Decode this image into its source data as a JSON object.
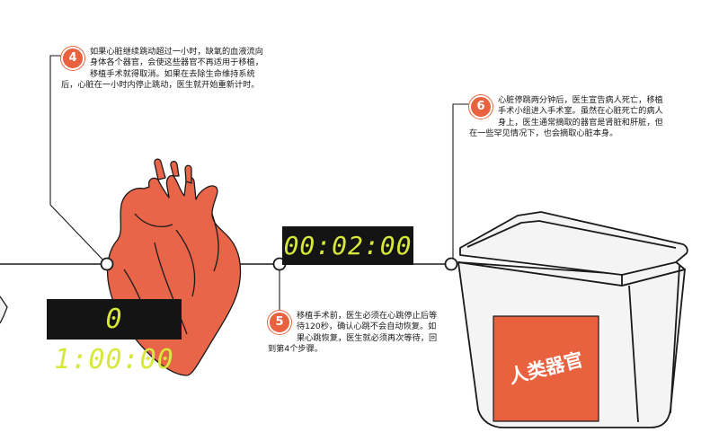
{
  "steps": [
    {
      "number": "4",
      "text": "如果心脏继续跳动超过一小时，缺氧的血液流向身体各个器官，会使这些器官不再适用于移植，移植手术就得取消。如果在去除生命维持系统后，心脏在一小时内停止跳动，医生就开始重新计时。"
    },
    {
      "number": "5",
      "text": "移植手术前，医生必须在心跳停止后等待120秒，确认心跳不会自动恢复。如果心跳恢复，医生就必须再次等待，回到第4个步骤。"
    },
    {
      "number": "6",
      "text": "心脏停跳两分钟后，医生宣告病人死亡，移植手术小组进入手术室。虽然在心脏死亡的病人身上，医生通常摘取的器官是肾脏和肝脏，但在一些罕见情况下，也会摘取心脏本身。"
    }
  ],
  "timers": {
    "left": "0 1:00:00",
    "middle": "00:02:00"
  },
  "cooler_label": "人类器官",
  "colors": {
    "accent": "#e8623f",
    "timer_bg": "#141414",
    "timer_text": "#d8e83a",
    "heart": "#e8654a"
  }
}
